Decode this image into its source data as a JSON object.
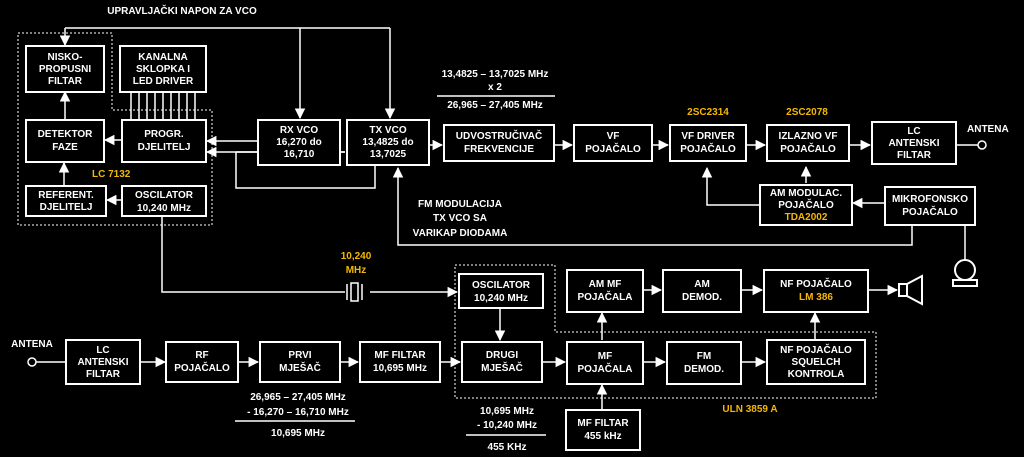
{
  "top_label": "UPRAVLJAČKI NAPON ZA VCO",
  "blocks": {
    "lpf": [
      "NISKO-",
      "PROPUSNI",
      "FILTAR"
    ],
    "channel": [
      "KANALNA",
      "SKLOPKA I",
      "LED DRIVER"
    ],
    "phase": [
      "DETEKTOR",
      "FAZE"
    ],
    "progdiv": [
      "PROGR.",
      "DJELITELJ"
    ],
    "refdiv": [
      "REFERENT.",
      "DJELITELJ"
    ],
    "osc1": [
      "OSCILATOR",
      "10,240 MHz"
    ],
    "rxvco": [
      "RX VCO",
      "16,270 do",
      "16,710"
    ],
    "txvco": [
      "TX VCO",
      "13,4825 do",
      "13,7025"
    ],
    "doubler": [
      "UDVOSTRUČIVAČ",
      "FREKVENCIJE"
    ],
    "vf": [
      "VF",
      "POJAČALO"
    ],
    "vfdriver": [
      "VF  DRIVER",
      "POJAČALO"
    ],
    "outvf": [
      "IZLAZNO VF",
      "POJAČALO"
    ],
    "lcant_tx": [
      "LC",
      "ANTENSKI",
      "FILTAR"
    ],
    "ammod": [
      "AM MODULAC.",
      "POJAČALO",
      "TDA2002"
    ],
    "mic": [
      "MIKROFONSKO",
      "POJAČALO"
    ],
    "lcant_rx": [
      "LC",
      "ANTENSKI",
      "FILTAR"
    ],
    "rf": [
      "RF",
      "POJAČALO"
    ],
    "mixer1": [
      "PRVI",
      "MJEŠAČ"
    ],
    "mffilter1": [
      "MF FILTAR",
      "10,695 MHz"
    ],
    "osc2": [
      "OSCILATOR",
      "10,240 MHz"
    ],
    "mixer2": [
      "DRUGI",
      "MJEŠAČ"
    ],
    "mfamp": [
      "MF",
      "POJAČALA"
    ],
    "ammf": [
      "AM MF",
      "POJAČALA"
    ],
    "amdemod": [
      "AM",
      "DEMOD."
    ],
    "nfamp": [
      "NF POJAČALO",
      "LM 386"
    ],
    "fmdemod": [
      "FM",
      "DEMOD."
    ],
    "squelch": [
      "NF POJAČALO",
      "SQUELCH",
      "KONTROLA"
    ],
    "mffilter2": [
      "MF FILTAR",
      "455 kHz"
    ]
  },
  "labels": {
    "lc7132": "LC 7132",
    "tx_freq_range": "13,4825 – 13,7025 MHz",
    "times2": "x 2",
    "tx_out_range": "26,965 – 27,405 MHz",
    "q1": "2SC2314",
    "q2": "2SC2078",
    "antena_tx": "ANTENA",
    "fm_note": [
      "FM MODULACIJA",
      "TX VCO SA",
      "VARIKAP DIODAMA"
    ],
    "crystal": [
      "10,240",
      "MHz"
    ],
    "antena_rx": "ANTENA",
    "calc1": [
      "26,965 – 27,405 MHz",
      "- 16,270 – 16,710 MHz",
      "10,695 MHz"
    ],
    "calc2": [
      "10,695 MHz",
      "-  10,240 MHz",
      "455 KHz"
    ],
    "uln": "ULN 3859 A"
  },
  "colors": {
    "background": "#000000",
    "line": "#ffffff",
    "highlight": "#f5b800"
  },
  "icons": [
    "antenna-icon",
    "microphone-icon",
    "speaker-icon",
    "crystal-icon"
  ]
}
